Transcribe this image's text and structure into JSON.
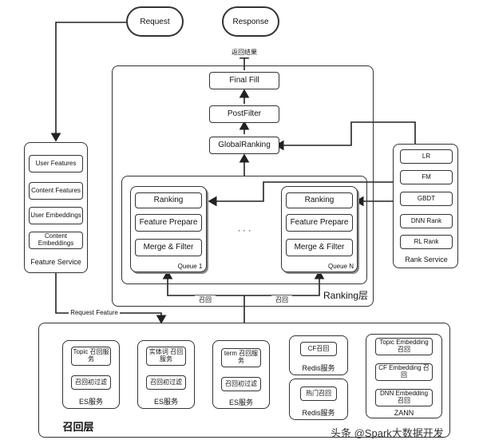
{
  "top": {
    "request": "Request",
    "response": "Response",
    "return_label": "返回结果"
  },
  "ranking": {
    "final_fill": "Final Fill",
    "post_filter": "PostFilter",
    "global_ranking": "GlobalRanking",
    "layer_label": "Ranking层",
    "queue1": {
      "ranking": "Ranking",
      "feature": "Feature Prepare",
      "merge": "Merge & Filter",
      "name": "Queue 1"
    },
    "queueN": {
      "ranking": "Ranking",
      "feature": "Feature Prepare",
      "merge": "Merge & Filter",
      "name": "Queue N"
    },
    "ellipsis": "· · ·",
    "recall_arrow_left": "召回",
    "recall_arrow_right": "召回"
  },
  "feature_service": {
    "items": [
      "User Features",
      "Content Features",
      "User Embeddings",
      "Content Embeddings"
    ],
    "title": "Feature Service",
    "request_feature": "Request Feature"
  },
  "rank_service": {
    "items": [
      "LR",
      "FM",
      "GBDT",
      "DNN Rank",
      "RL Rank"
    ],
    "title": "Rank Service"
  },
  "recall": {
    "layer_label": "召回层",
    "es1": {
      "a": "Topic 召回服务",
      "b": "召回初过滤",
      "title": "ES服务"
    },
    "es2": {
      "a": "实体词 召回服务",
      "b": "召回初过滤",
      "title": "ES服务"
    },
    "es3": {
      "a": "term 召回服务",
      "b": "召回初过滤",
      "title": "ES服务"
    },
    "redis1": {
      "a": "CF召回",
      "title": "Redis服务"
    },
    "redis2": {
      "a": "热门召回",
      "title": "Redis服务"
    },
    "zann": {
      "a": "Topic Embedding 召回",
      "b": "CF Embedding 召回",
      "c": "DNN Embedding 召回",
      "title": "ZANN"
    }
  },
  "watermark": "头条 @Spark大数据开发"
}
